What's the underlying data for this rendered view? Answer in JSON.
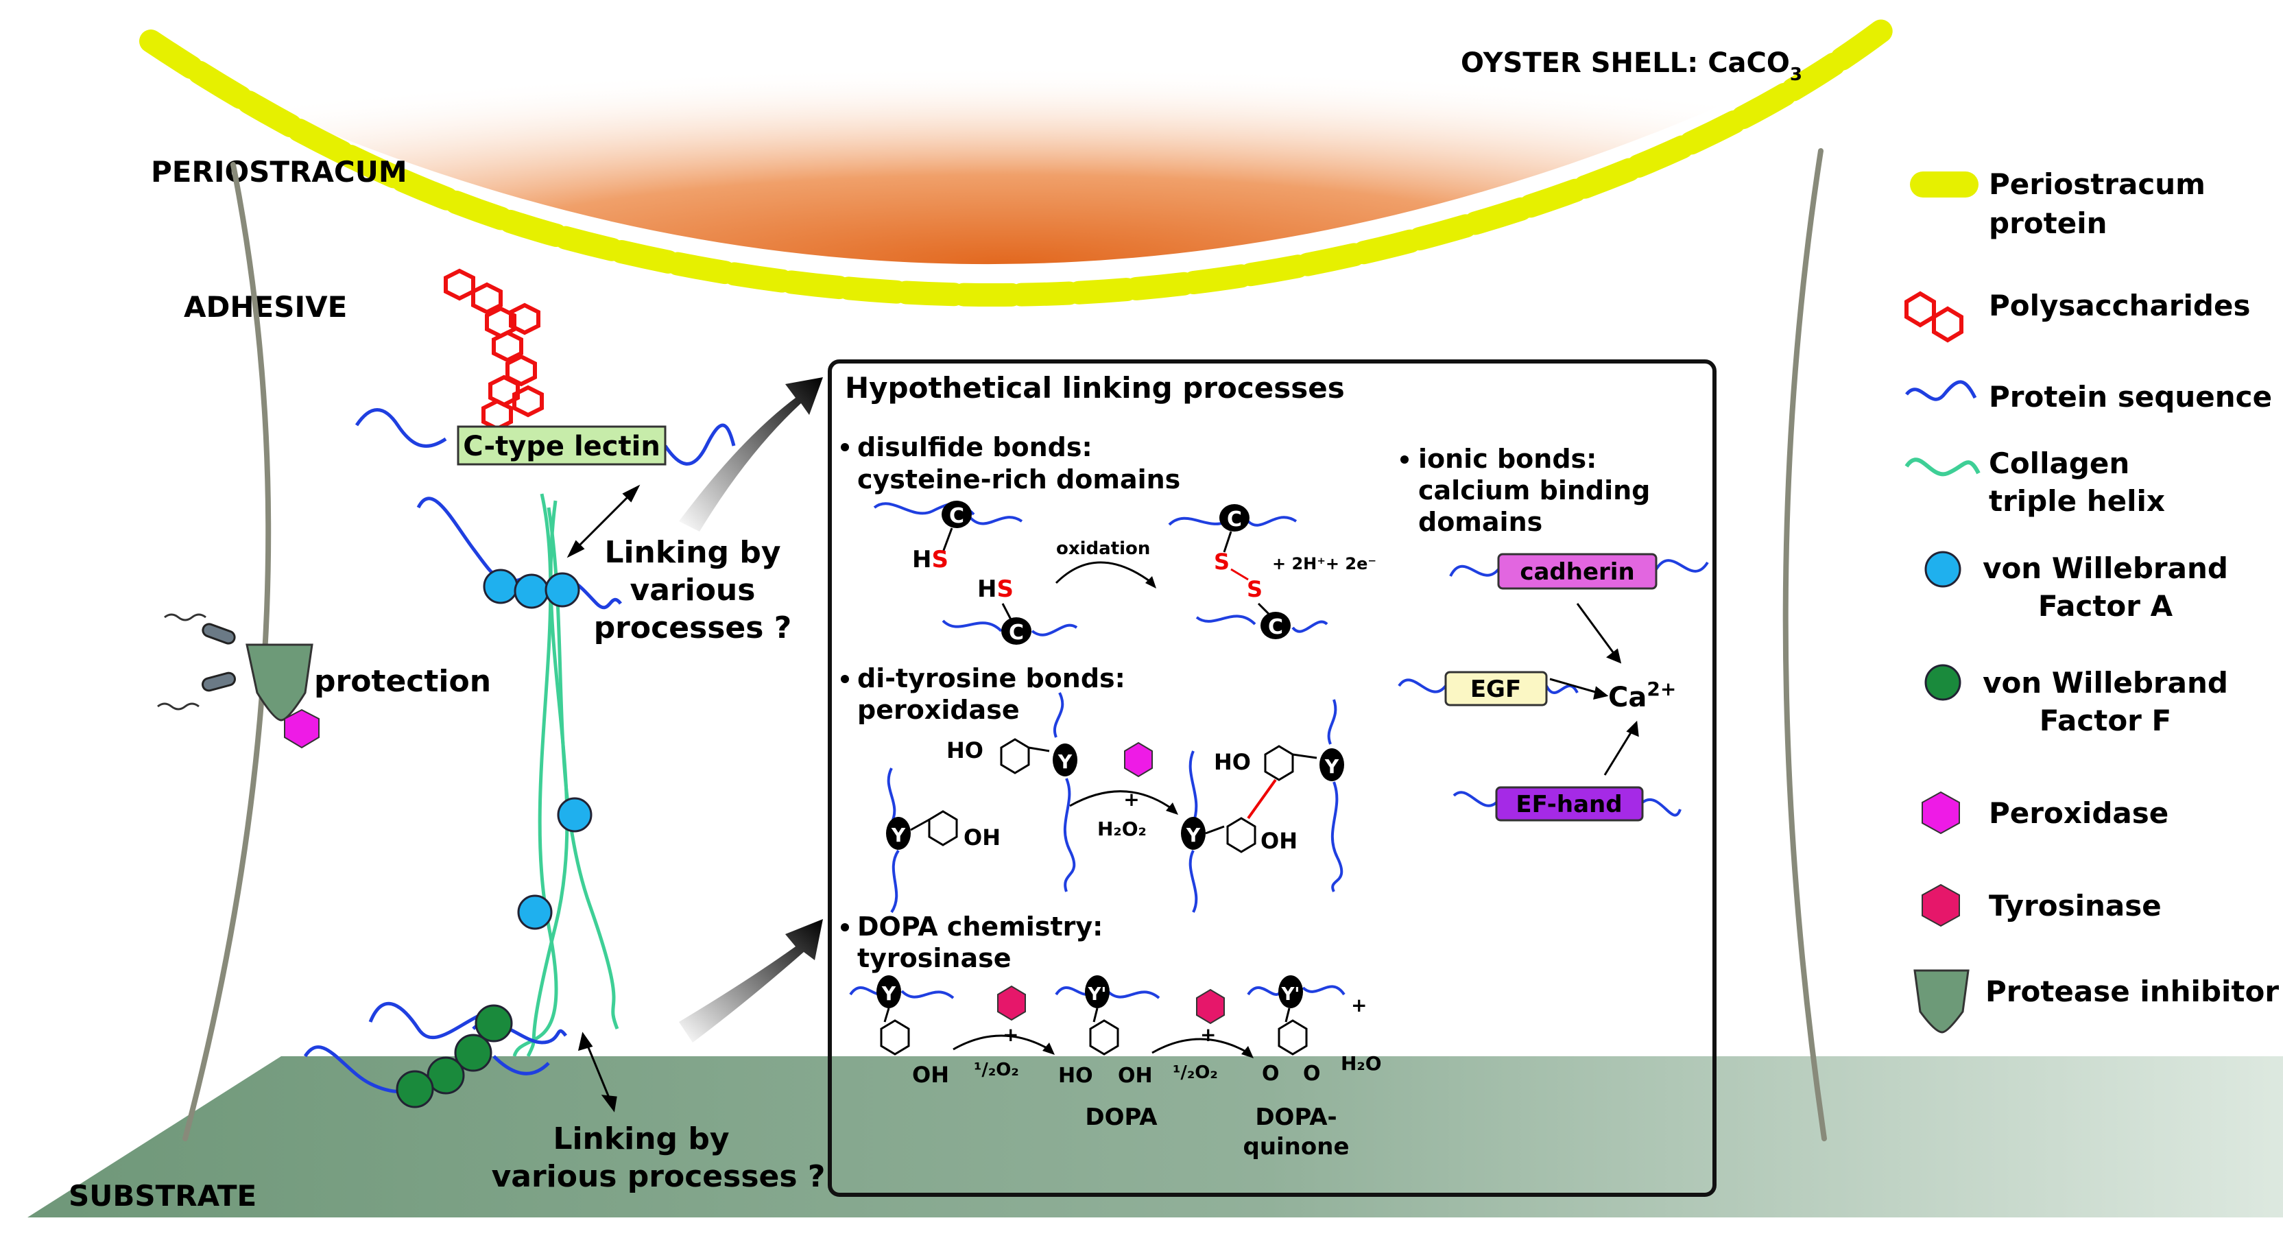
{
  "labels": {
    "oyster_shell_prefix": "OYSTER SHELL: CaCO",
    "oyster_shell_sub": "3",
    "periostracum": "PERIOSTRACUM",
    "adhesive": "ADHESIVE",
    "substrate": "SUBSTRATE",
    "protection": "protection",
    "c_type_lectin": "C-type lectin",
    "linking_top": [
      "Linking by",
      "various",
      "processes ?"
    ],
    "linking_bottom": [
      "Linking by",
      "various processes ?"
    ]
  },
  "box": {
    "title": "Hypothetical linking processes",
    "disulfide": [
      "disulfide bonds:",
      "cysteine-rich domains"
    ],
    "oxidation": "oxidation",
    "cys": "C",
    "hs": "H",
    "s": "S",
    "products": "+ 2H⁺+ 2e⁻",
    "dityrosine": [
      "di-tyrosine bonds:",
      "peroxidase"
    ],
    "ho": "HO",
    "oh": "OH",
    "y": "Y",
    "y_prime": "Y'",
    "plus": "+",
    "h2o2": "H₂O₂",
    "dopa_title": [
      "DOPA chemistry:",
      "tyrosinase"
    ],
    "half_o2": "¹/₂O₂",
    "dopa": "DOPA",
    "dopa_quinone": [
      "DOPA-",
      "quinone"
    ],
    "h2o": "H₂O",
    "o": "O",
    "ionic": [
      "ionic bonds:",
      "calcium binding",
      "domains"
    ],
    "cadherin": "cadherin",
    "egf": "EGF",
    "ef_hand": "EF-hand",
    "ca": "Ca",
    "ca_charge": "2+"
  },
  "legend": {
    "periostracum": [
      "Periostracum",
      "protein"
    ],
    "polysaccharides": "Polysaccharides",
    "protein_sequence": "Protein sequence",
    "collagen": [
      "Collagen",
      "triple helix"
    ],
    "vwfa": [
      "von Willebrand",
      "Factor A"
    ],
    "vwff": [
      "von Willebrand",
      "Factor F"
    ],
    "peroxidase": "Peroxidase",
    "tyrosinase": "Tyrosinase",
    "protease_inhibitor": "Protease inhibitor"
  },
  "colors": {
    "periostracum": "#e6f000",
    "shell_center": "#e2681f",
    "protein_line": "#1f3fe0",
    "collagen": "#3ecf96",
    "vwfa": "#1fb0ee",
    "vwff": "#1a8a3c",
    "peroxidase": "#ee1be6",
    "tyrosinase": "#e6176a",
    "protease_inhibitor": "#6d9a78",
    "polysaccharide": "#ee1010",
    "substrate": "#6f9c7c",
    "lectin_box": "#c7ecaa",
    "cadherin_box": "#e266e0",
    "egf_box": "#fbf7c4",
    "efhand_box": "#a52ae6"
  }
}
